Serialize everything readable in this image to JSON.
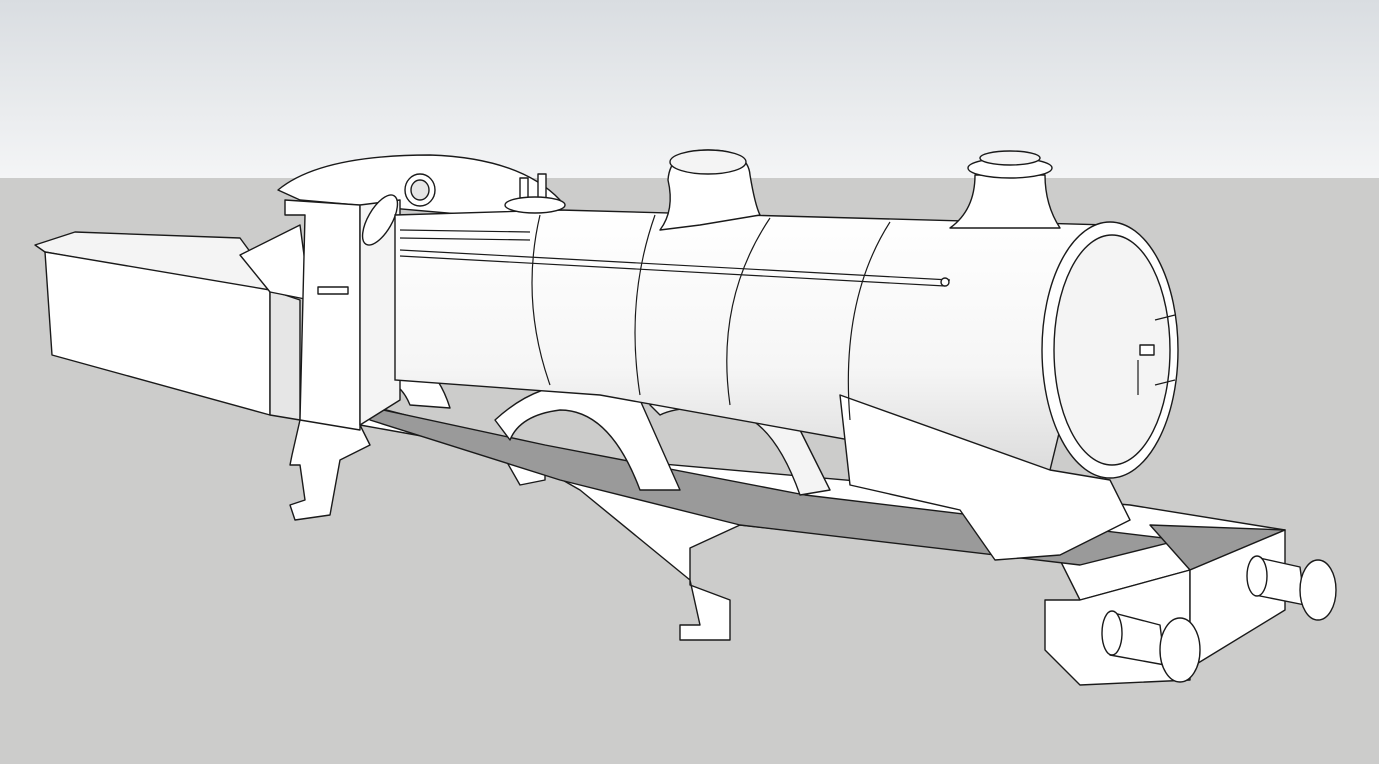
{
  "viewport": {
    "sky_top_color": "#d9dde1",
    "sky_horizon_color": "#f4f5f6",
    "ground_color": "#cccccb",
    "model_face_color": "#ffffff",
    "model_edge_color": "#1a1a1a"
  },
  "model": {
    "parts": [
      "tender",
      "cab",
      "boiler",
      "steam-dome",
      "chimney",
      "smokebox-door",
      "frame",
      "wheel-splashers",
      "buffer-beam",
      "buffers"
    ]
  }
}
